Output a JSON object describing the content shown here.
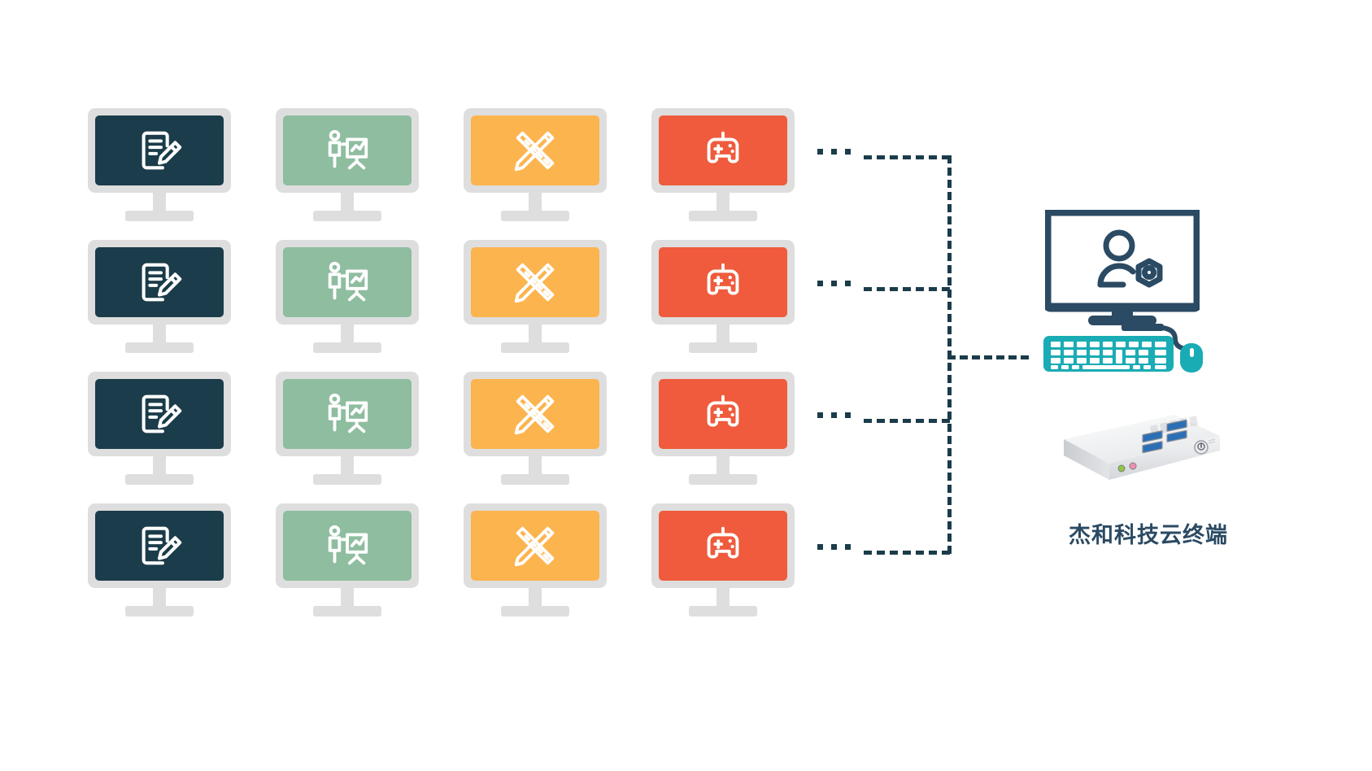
{
  "diagram": {
    "title": "Cloud terminal multi-seat deployment diagram",
    "colors": {
      "dark_teal": "#1b3c4a",
      "sage_green": "#8ebd9f",
      "amber": "#fcb44e",
      "orange_red": "#ef5b3c",
      "bezel_gray": "#dedede",
      "keyboard_teal": "#1aacb4",
      "admin_navy": "#2b4a63",
      "caption_color": "#2b4a63"
    },
    "clients": {
      "rows": 4,
      "columns": 4,
      "column_definitions": [
        {
          "id": "col-document",
          "icon": "document-edit-icon",
          "screen_color": "#1b3c4a",
          "label": "Document editing workstation"
        },
        {
          "id": "col-presentation",
          "icon": "presentation-chart-icon",
          "screen_color": "#8ebd9f",
          "label": "Presentation / training workstation"
        },
        {
          "id": "col-design",
          "icon": "ruler-pencil-icon",
          "screen_color": "#fcb44e",
          "label": "Design workstation"
        },
        {
          "id": "col-gaming",
          "icon": "gamepad-icon",
          "screen_color": "#ef5b3c",
          "label": "Gaming workstation"
        }
      ],
      "row_ellipsis": [
        "...",
        "...",
        "...",
        "..."
      ]
    },
    "host": {
      "monitor_icon": "user-gear-icon",
      "keyboard_icon": "keyboard-icon",
      "mouse_icon": "mouse-icon",
      "device_icon": "mini-pc-icon",
      "caption": "杰和科技云终端"
    },
    "connections": {
      "style": "dashed",
      "color": "#1b3c4a",
      "description": "Each client row connects by a dashed branch to a vertical bus, which links to the cloud terminal host."
    }
  }
}
